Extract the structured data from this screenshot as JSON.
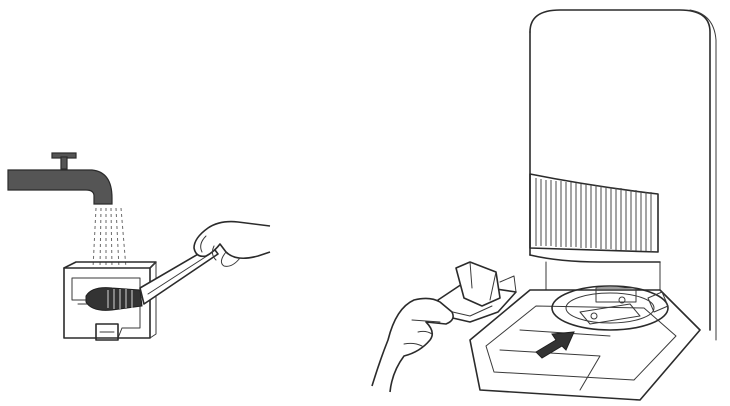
{
  "illustrations": [
    {
      "name": "rinse-filter-under-tap",
      "parts": [
        "water-tap-icon",
        "water-stream",
        "filter-box",
        "cleaning-brush",
        "hand-icon"
      ],
      "colors": {
        "line": "#2b2b2b",
        "tap_fill": "#555555",
        "bristles": "#333333"
      }
    },
    {
      "name": "insert-filter-into-base",
      "parts": [
        "dock-station",
        "dock-vent-grille",
        "dock-base-ramp",
        "filter-tray",
        "insert-arrow-icon",
        "hand-icon"
      ],
      "colors": {
        "line": "#2b2b2b",
        "arrow_fill": "#333333"
      }
    }
  ]
}
